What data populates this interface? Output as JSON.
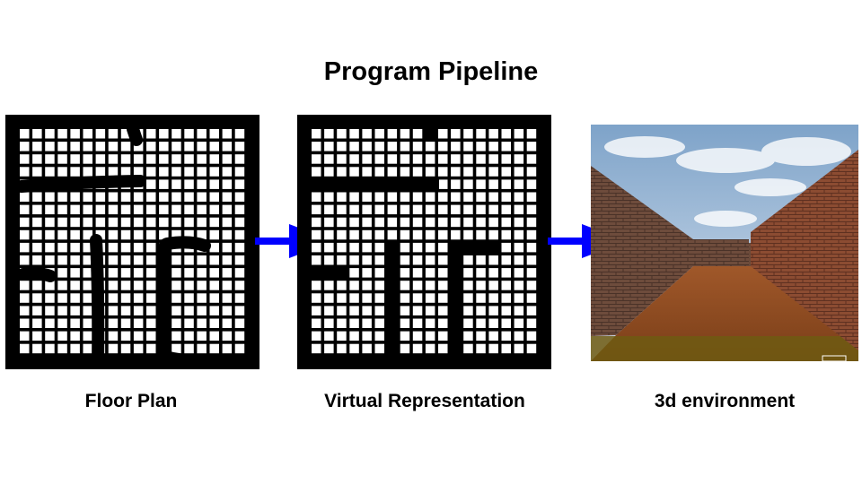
{
  "title": "Program Pipeline",
  "stages": [
    {
      "label": "Floor Plan",
      "icon": "hand-drawn-floor-plan-grid"
    },
    {
      "label": "Virtual Representation",
      "icon": "digital-maze-grid"
    },
    {
      "label": "3d environment",
      "icon": "rendered-3d-maze-corridor"
    }
  ],
  "colors": {
    "arrow": "#0000ff",
    "wall": "#000000",
    "cell": "#ffffff",
    "brick_left": "#6b4a3a",
    "brick_right": "#8a4a30",
    "floor": "#8a4a22",
    "sky": "#8fb3d6"
  }
}
